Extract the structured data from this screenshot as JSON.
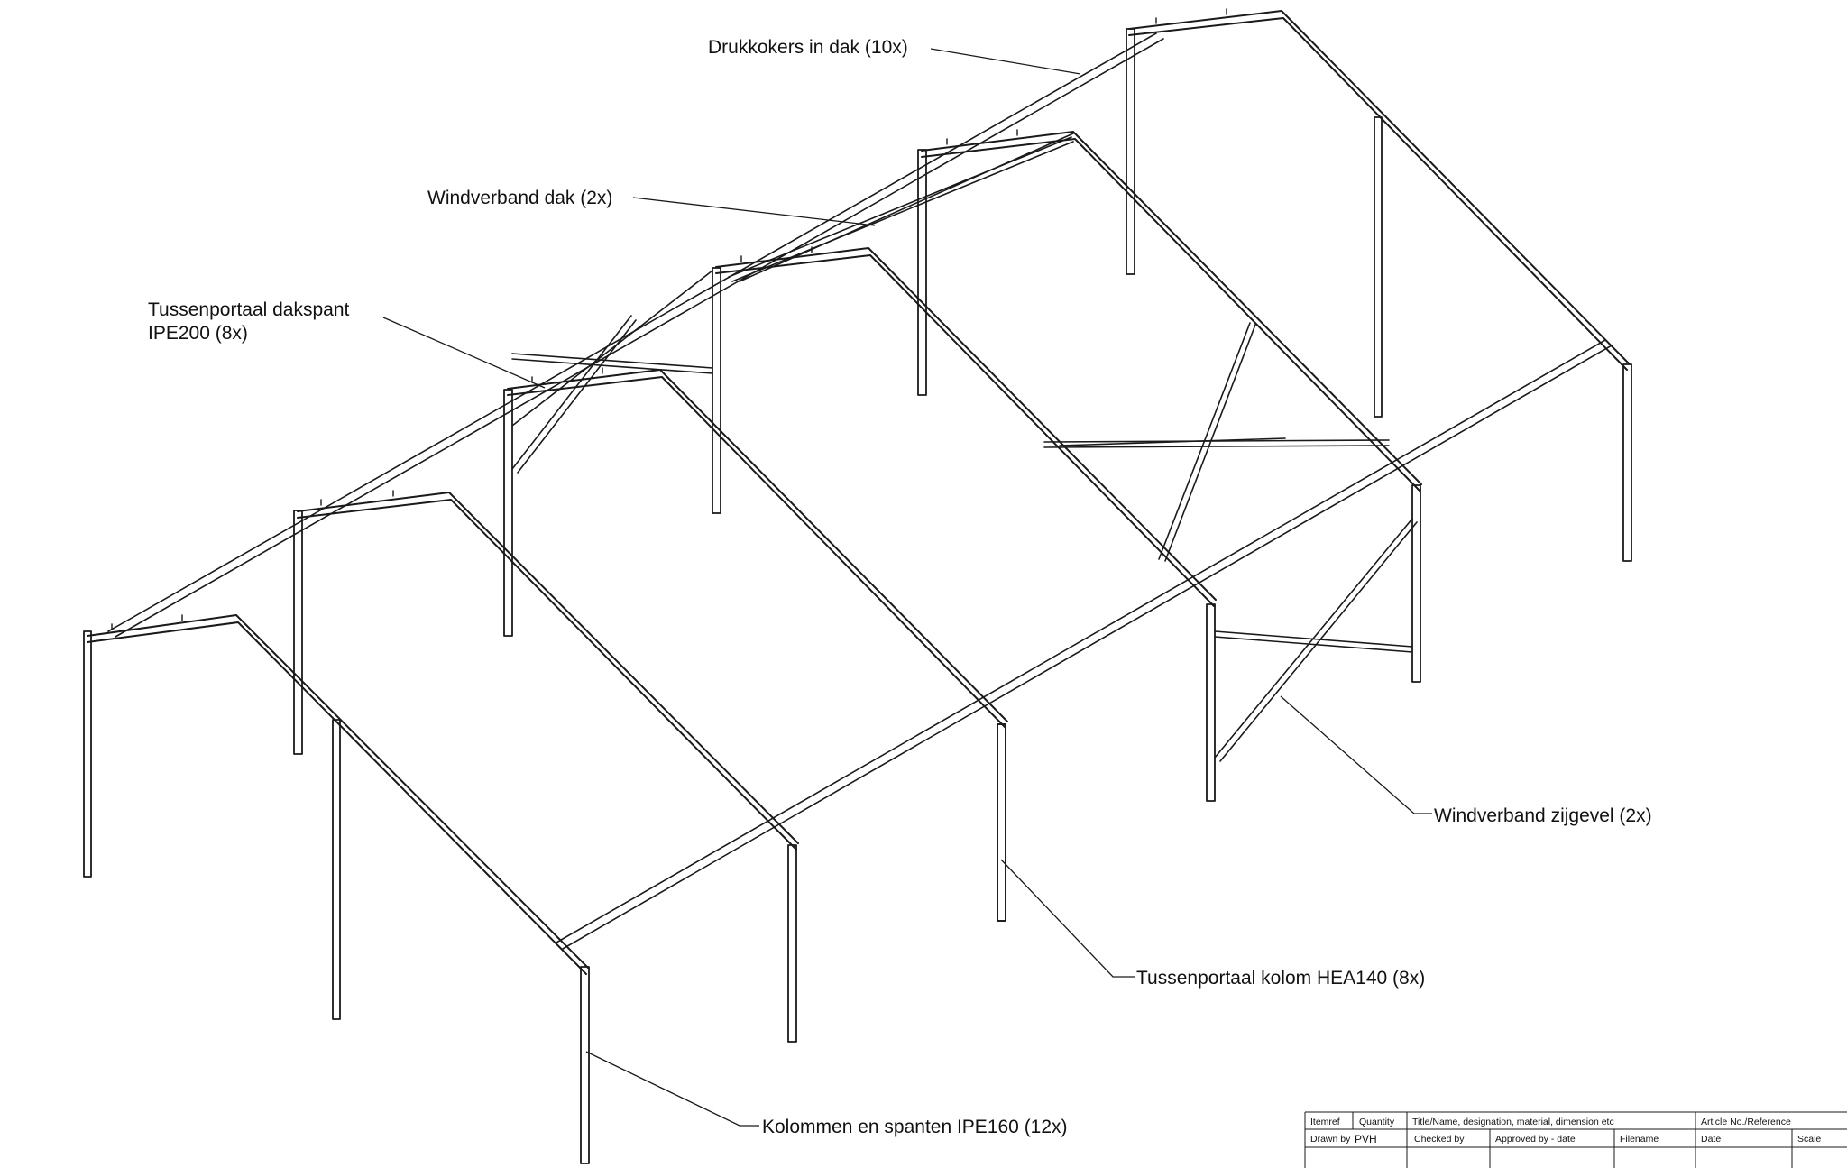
{
  "labels": {
    "drukkokers": "Drukkokers in dak (10x)",
    "windverband_dak": "Windverband dak (2x)",
    "tussenportaal_dakspant_line1": "Tussenportaal dakspant",
    "tussenportaal_dakspant_line2": "IPE200 (8x)",
    "windverband_zijgevel": "Windverband zijgevel (2x)",
    "tussenportaal_kolom": "Tussenportaal kolom HEA140 (8x)",
    "kolommen_spanten": "Kolommen en spanten IPE160 (12x)"
  },
  "title_block": {
    "itemref": "Itemref",
    "quantity": "Quantity",
    "title_name": "Title/Name, designation, material, dimension etc",
    "article_no": "Article No./Reference",
    "drawn_by": "Drawn by",
    "drawn_by_value": "PVH",
    "checked_by": "Checked by",
    "approved_by": "Approved by - date",
    "filename": "Filename",
    "date": "Date",
    "scale": "Scale"
  },
  "colors": {
    "line": "#1a1a1a",
    "background": "#ffffff"
  }
}
